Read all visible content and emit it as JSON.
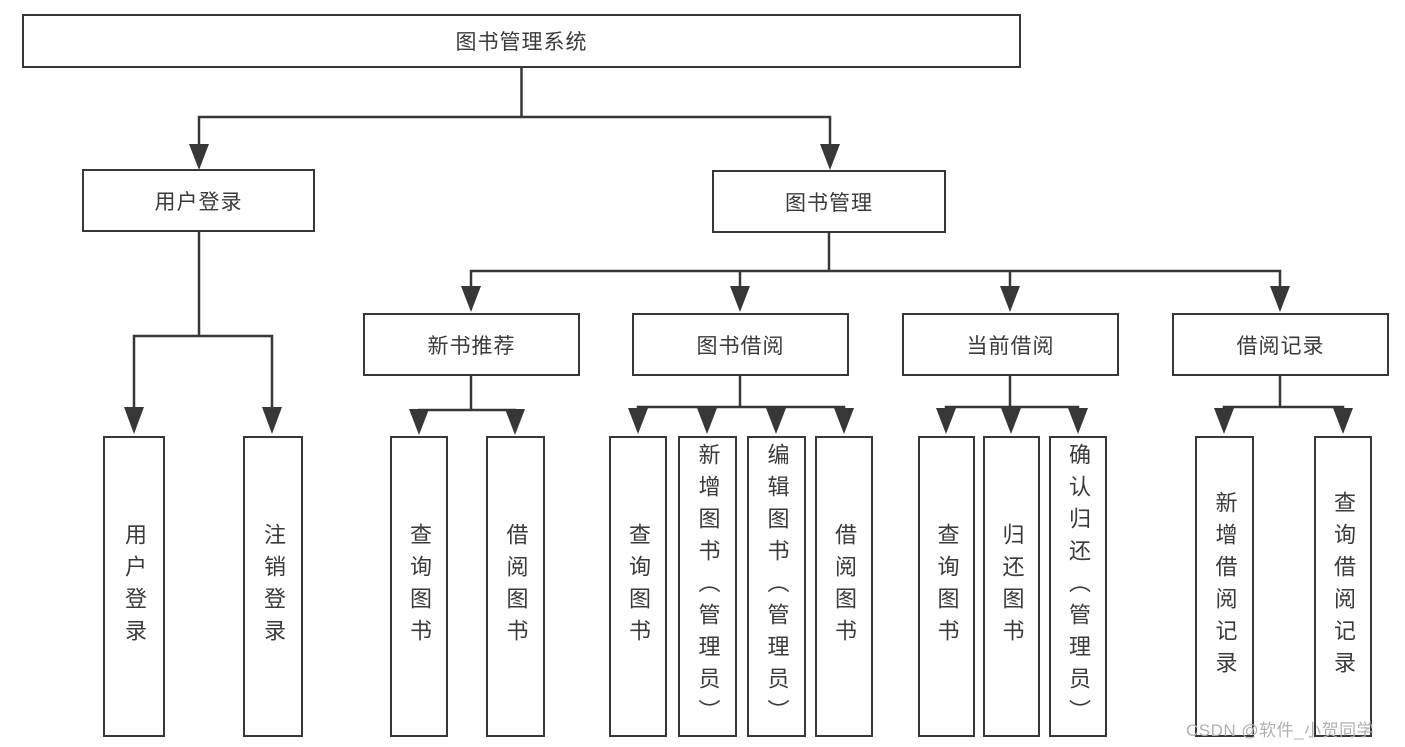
{
  "diagram_type": "hierarchy-tree",
  "colors": {
    "line": "#373737",
    "box_border": "#373737",
    "box_fill": "#ffffff",
    "text": "#3a3a3a",
    "watermark": "#b0b0b0",
    "background": "#ffffff"
  },
  "tree": {
    "root": {
      "label": "图书管理系统",
      "children": [
        {
          "label": "用户登录",
          "children": [
            {
              "label": "用户登录"
            },
            {
              "label": "注销登录"
            }
          ]
        },
        {
          "label": "图书管理",
          "children": [
            {
              "label": "新书推荐",
              "children": [
                {
                  "label": "查询图书"
                },
                {
                  "label": "借阅图书"
                }
              ]
            },
            {
              "label": "图书借阅",
              "children": [
                {
                  "label": "查询图书"
                },
                {
                  "label": "新增图书（管理员）"
                },
                {
                  "label": "编辑图书（管理员）"
                },
                {
                  "label": "借阅图书"
                }
              ]
            },
            {
              "label": "当前借阅",
              "children": [
                {
                  "label": "查询图书"
                },
                {
                  "label": "归还图书"
                },
                {
                  "label": "确认归还（管理员）"
                }
              ]
            },
            {
              "label": "借阅记录",
              "children": [
                {
                  "label": "新增借阅记录"
                },
                {
                  "label": "查询借阅记录"
                }
              ]
            }
          ]
        }
      ]
    }
  },
  "watermark": "CSDN @软件_小贺同学"
}
